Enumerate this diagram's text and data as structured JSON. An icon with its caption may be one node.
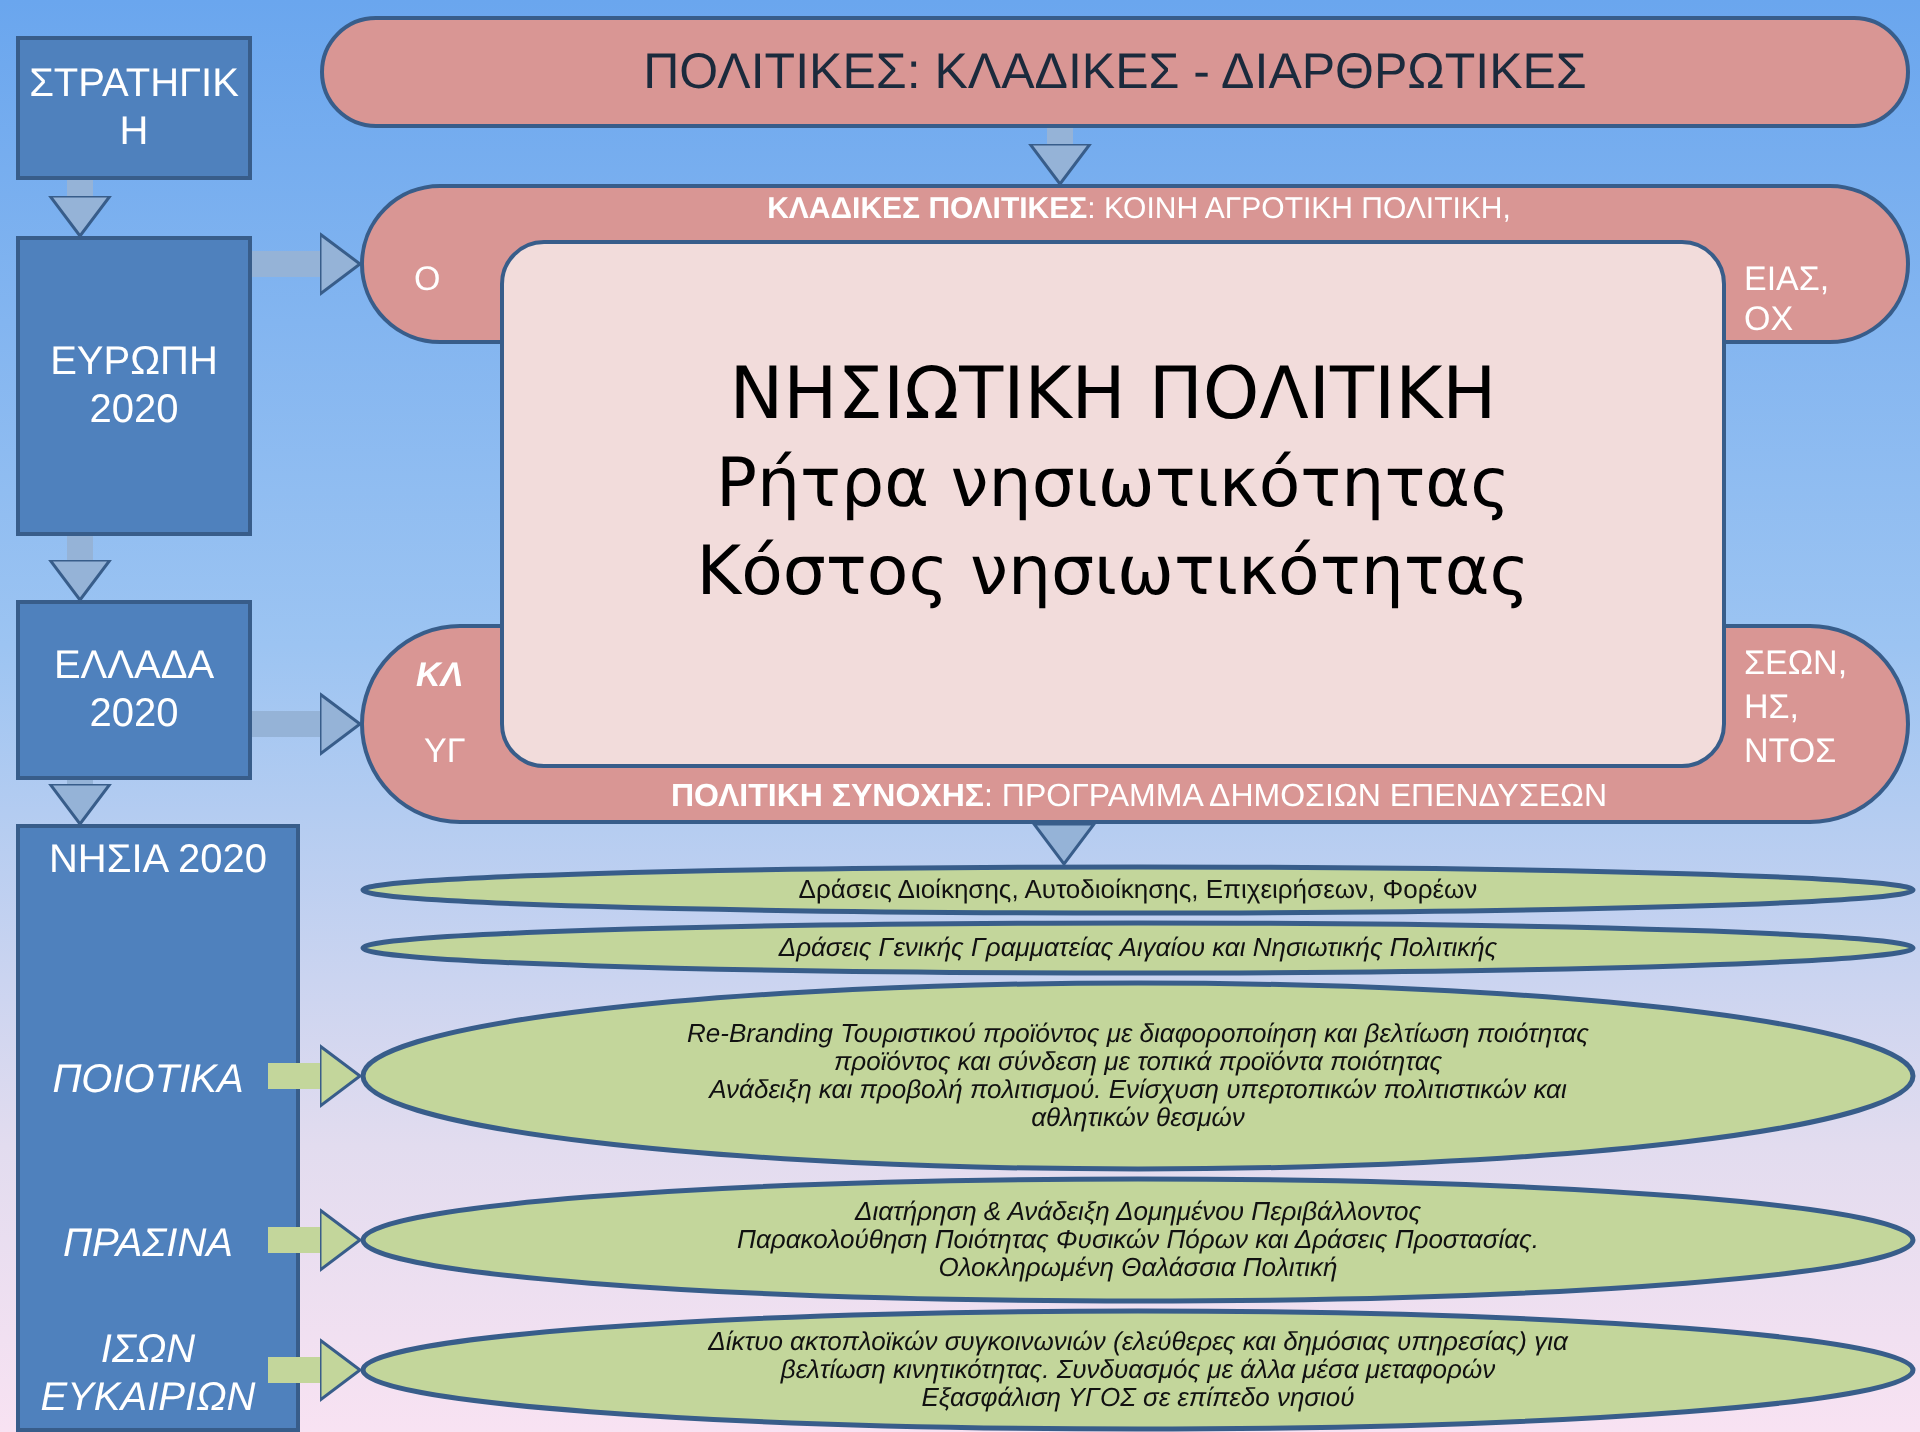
{
  "diagram": {
    "nodes": [
      {
        "text": [
          "ΣΤΡΑΤΗΓΙΚΗ"
        ]
      },
      {
        "text": [
          "ΕΥΡΩΠΗ 2020"
        ]
      },
      {
        "text": [
          "ΕΛΛΑΔΑ 2020"
        ]
      },
      {
        "text": [
          "ΝΗΣΙΑ 2020"
        ]
      },
      {
        "text": [
          "ΠΟΙΟΤΙΚΑ"
        ],
        "in": 3
      },
      {
        "text": [
          "ΠΡΑΣΙΝΑ"
        ],
        "in": 3
      },
      {
        "text": [
          "ΙΣΩΝ ΕΥΚΑΙΡΙΩΝ"
        ],
        "in": 3
      },
      {
        "text": [
          "ΠΟΛΙΤΙΚΕΣ: ΚΛΑΔΙΚΕΣ - ΔΙΑΡΘΡΩΤΙΚΕΣ"
        ]
      },
      {
        "text": [
          "**ΚΛΑΔΙΚΕΣ ΠΟΛΙΤΙΚΕΣ**: ΚΟΙΝΗ ΑΓΡΟΤΙΚΗ ΠΟΛΙΤΙΚΗ,",
          "Ο",
          "ΕΙΑΣ,",
          "ΟΧ"
        ]
      },
      {
        "text": [
          "ΚΛ",
          "ΣΕΩΝ,",
          "ΗΣ,",
          "ΥΓ",
          "ΝΤΟΣ",
          "**ΠΟΛΙΤΙΚΗ ΣΥΝΟΧΗΣ**: ΠΡΟΓΡΑΜΜΑ ΔΗΜΟΣΙΩΝ ΕΠΕΝΔΥΣΕΩΝ"
        ]
      },
      {
        "text": [
          "ΝΗΣΙΩΤΙΚΗ ΠΟΛΙΤΙΚΗ",
          "Ρήτρα νησιωτικότητας",
          "Κόστος νησιωτικότητας"
        ]
      },
      {
        "text": [
          "Δράσεις Διοίκησης, Αυτοδιοίκησης, Επιχειρήσεων, Φορέων"
        ]
      },
      {
        "text": [
          "Δράσεις Γενικής Γραμματείας Αιγαίου και Νησιωτικής Πολιτικής"
        ]
      },
      {
        "text": [
          "Re-Branding Τουριστικού προϊόντος με διαφοροποίηση και βελτίωση ποιότητας προϊόντος και σύνδεση με τοπικά προϊόντα ποιότητας",
          "Ανάδειξη και προβολή πολιτισμού. Ενίσχυση υπερτοπικών πολιτιστικών και αθλητικών θεσμών"
        ]
      },
      {
        "text": [
          "Διατήρηση & Ανάδειξη Δομημένου Περιβάλλοντος",
          "Παρακολούθηση Ποιότητας Φυσικών Πόρων και Δράσεις Προστασίας. Ολοκληρωμένη Θαλάσσια Πολιτική"
        ]
      },
      {
        "text": [
          "Δίκτυο ακτοπλοϊκών συγκοινωνιών (ελεύθερες και δημόσιας υπηρεσίας) για βελτίωση κινητικότητας. Συνδυασμός με άλλα μέσα μεταφορών",
          "Εξασφάλιση ΥΓΟΣ σε επίπεδο νησιού"
        ]
      }
    ],
    "edges": [
      {
        "from": 0,
        "to": 1,
        "arrow": "to"
      },
      {
        "from": 1,
        "to": 2,
        "arrow": "to"
      },
      {
        "from": 2,
        "to": 3,
        "arrow": "to"
      },
      {
        "from": 1,
        "to": 8,
        "arrow": "to"
      },
      {
        "from": 2,
        "to": 9,
        "arrow": "to"
      },
      {
        "from": 7,
        "to": 8,
        "arrow": "to"
      },
      {
        "from": 9,
        "to": 11,
        "arrow": "to"
      },
      {
        "from": 4,
        "to": 13,
        "arrow": "to",
        "color": "#c3d69b"
      },
      {
        "from": 5,
        "to": 14,
        "arrow": "to",
        "color": "#c3d69b"
      },
      {
        "from": 6,
        "to": 15,
        "arrow": "to",
        "color": "#c3d69b"
      }
    ]
  }
}
